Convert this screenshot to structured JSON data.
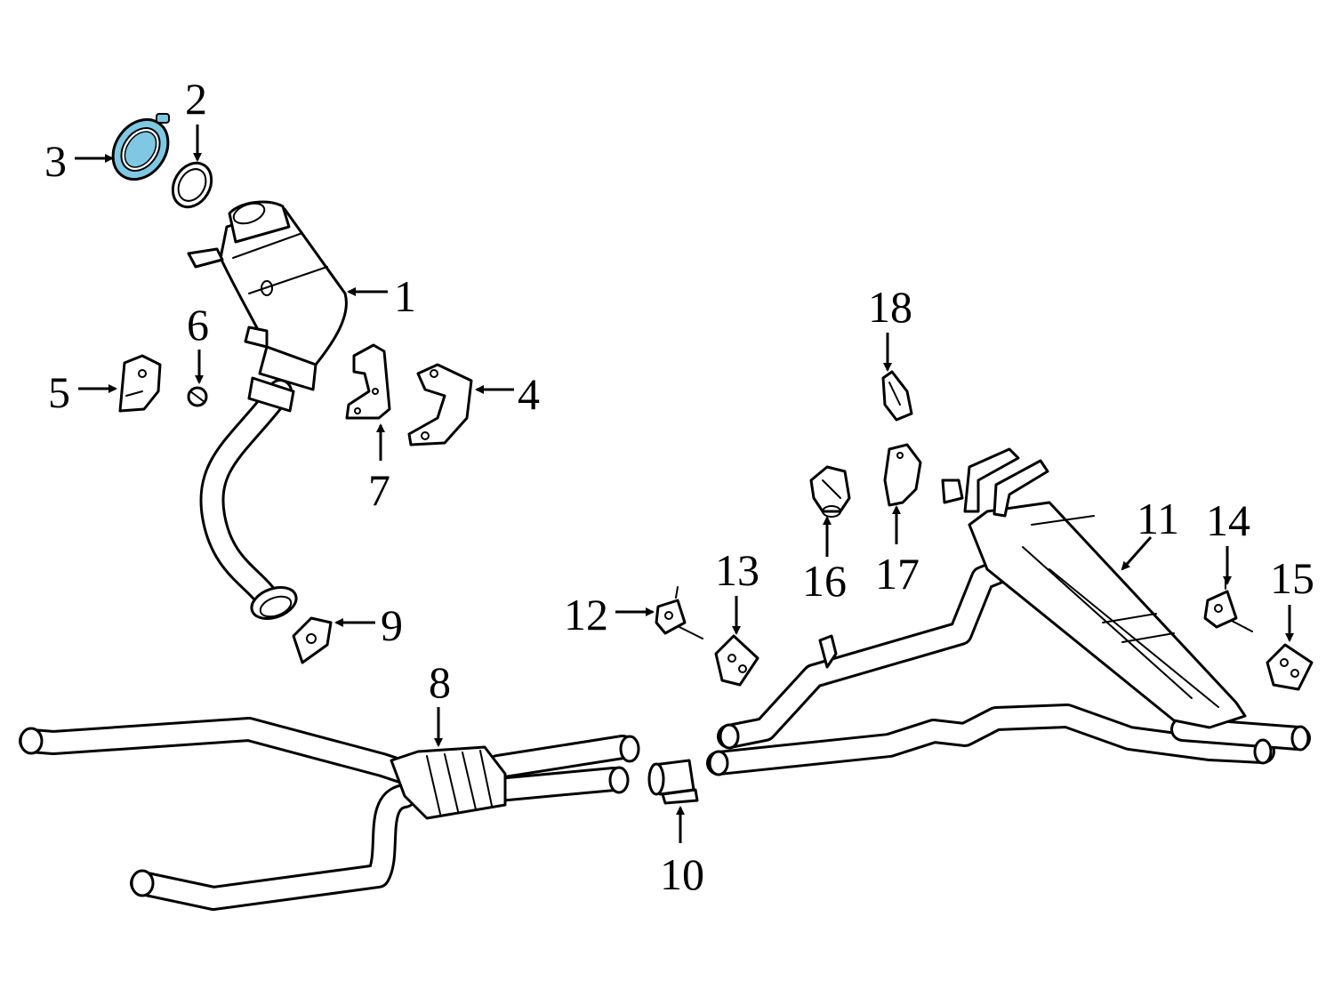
{
  "diagram": {
    "highlight_color": "#7ec8e3",
    "line_color": "#000000",
    "background": "#ffffff",
    "callouts": [
      {
        "id": "1",
        "text": "1"
      },
      {
        "id": "2",
        "text": "2"
      },
      {
        "id": "3",
        "text": "3",
        "highlighted": true
      },
      {
        "id": "4",
        "text": "4"
      },
      {
        "id": "5",
        "text": "5"
      },
      {
        "id": "6",
        "text": "6"
      },
      {
        "id": "7",
        "text": "7"
      },
      {
        "id": "8",
        "text": "8"
      },
      {
        "id": "9",
        "text": "9"
      },
      {
        "id": "10",
        "text": "10"
      },
      {
        "id": "11",
        "text": "11"
      },
      {
        "id": "12",
        "text": "12"
      },
      {
        "id": "13",
        "text": "13"
      },
      {
        "id": "14",
        "text": "14"
      },
      {
        "id": "15",
        "text": "15"
      },
      {
        "id": "16",
        "text": "16"
      },
      {
        "id": "17",
        "text": "17"
      },
      {
        "id": "18",
        "text": "18"
      }
    ]
  }
}
